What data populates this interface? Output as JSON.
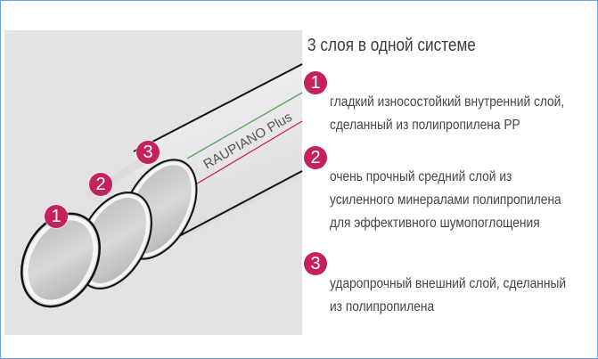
{
  "title": "3 слоя в одной системе",
  "pipe": {
    "brand_label": "RAUPIANO Plus",
    "stripe_colors": {
      "green": "#5aa060",
      "red": "#c4225d"
    },
    "markers": [
      {
        "number": "1"
      },
      {
        "number": "2"
      },
      {
        "number": "3"
      }
    ]
  },
  "layers": [
    {
      "number": "1",
      "lines": [
        "гладкий износостойкий внутренний слой,",
        "сделанный из полипропилена PP"
      ]
    },
    {
      "number": "2",
      "lines": [
        "очень прочный средний слой из",
        "усиленного минералами полипропилена",
        "для эффективного шумопоглощения"
      ]
    },
    {
      "number": "3",
      "lines": [
        "ударопрочный внешний слой, сделанный",
        "из полипропилена"
      ]
    }
  ],
  "colors": {
    "accent": "#c4225d",
    "panel": "#e3e3e3",
    "border": "#6f9fd8"
  }
}
